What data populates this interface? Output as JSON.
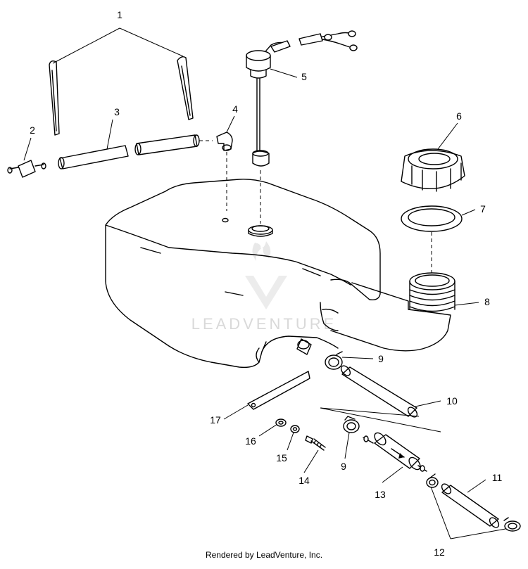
{
  "watermark": "LEADVENTURE",
  "footer": "Rendered by LeadVenture, Inc.",
  "callouts": [
    "1",
    "2",
    "3",
    "4",
    "5",
    "6",
    "7",
    "8",
    "9",
    "9",
    "10",
    "11",
    "12",
    "13",
    "14",
    "15",
    "16",
    "17"
  ]
}
